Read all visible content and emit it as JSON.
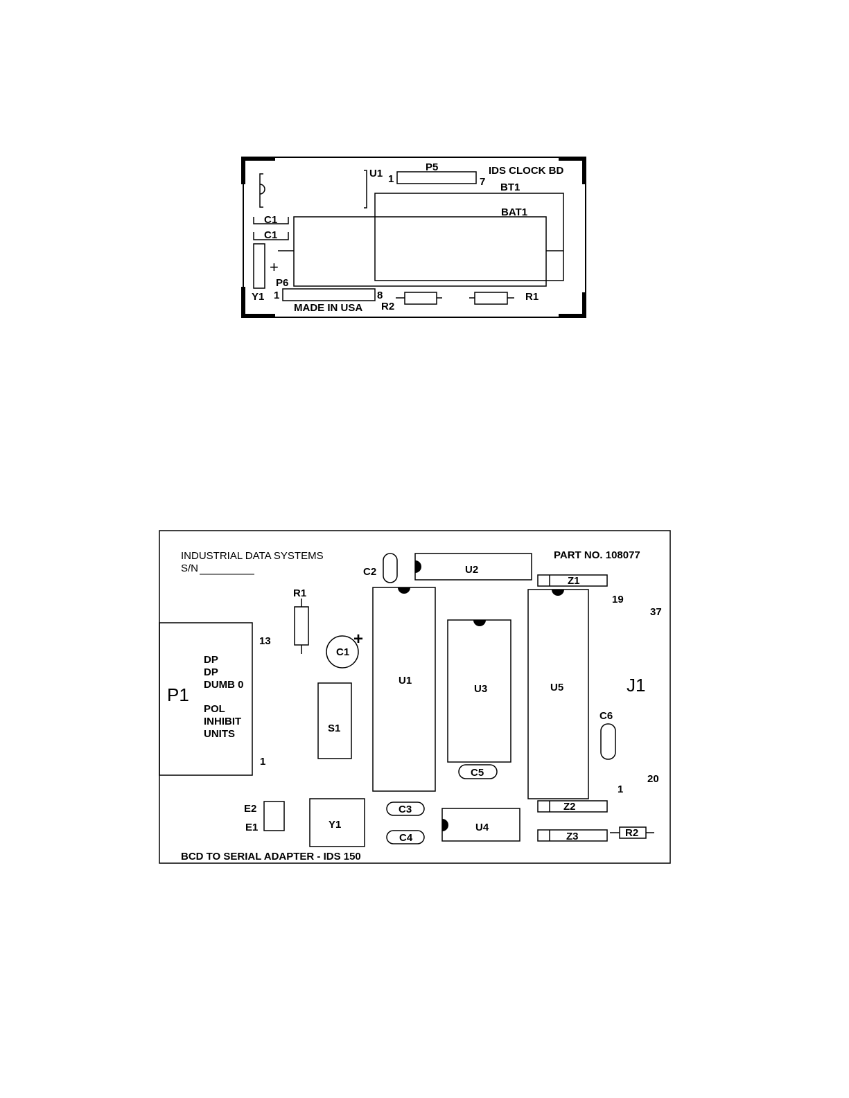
{
  "clock_board": {
    "title": "IDS CLOCK BD",
    "made_in": "MADE IN USA",
    "labels": {
      "u1": "U1",
      "p5": "P5",
      "p5_pin_start": "1",
      "p5_pin_end": "7",
      "bt1": "BT1",
      "bat1": "BAT1",
      "c1_a": "C1",
      "c1_b": "C1",
      "plus": "+",
      "p6": "P6",
      "p6_pin_start": "1",
      "p6_pin_end": "8",
      "y1": "Y1",
      "r2": "R2",
      "r1": "R1"
    }
  },
  "adapter_board": {
    "company": "INDUSTRIAL DATA SYSTEMS",
    "serial_label": "S/N",
    "part_no": "PART NO. 108077",
    "footer": "BCD TO SERIAL ADAPTER - IDS 150",
    "p1": {
      "name": "P1",
      "pin_top": "13",
      "pin_bottom": "1",
      "signals": [
        "DP",
        "DP",
        "DUMB 0",
        "POL",
        "INHIBIT",
        "UNITS"
      ]
    },
    "j1": {
      "name": "J1",
      "pin_19": "19",
      "pin_37": "37",
      "pin_20": "20",
      "pin_1": "1"
    },
    "components": {
      "r1": "R1",
      "c1": "C1",
      "c1_plus": "+",
      "s1": "S1",
      "c2": "C2",
      "u1": "U1",
      "u2": "U2",
      "u3": "U3",
      "u4": "U4",
      "u5": "U5",
      "c3": "C3",
      "c4": "C4",
      "c5": "C5",
      "c6": "C6",
      "z1": "Z1",
      "z2": "Z2",
      "z3": "Z3",
      "r2": "R2",
      "y1": "Y1",
      "e1": "E1",
      "e2": "E2"
    }
  }
}
